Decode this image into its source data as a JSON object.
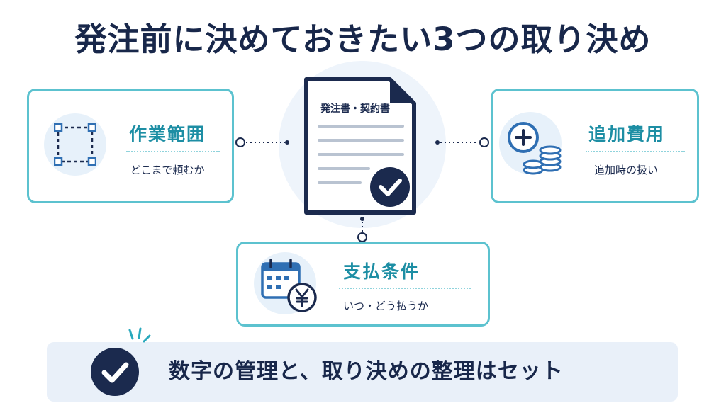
{
  "title": "発注前に決めておきたい3つの取り決め",
  "document": {
    "label": "発注書・契約書",
    "icon": "document-check-icon"
  },
  "cards": {
    "scope": {
      "title": "作業範囲",
      "subtitle": "どこまで頼むか",
      "icon": "selection-frame-icon"
    },
    "extra_cost": {
      "title": "追加費用",
      "subtitle": "追加時の扱い",
      "icon": "plus-coins-icon"
    },
    "payment": {
      "title": "支払条件",
      "subtitle": "いつ・どう払うか",
      "icon": "calendar-yen-icon"
    }
  },
  "banner": {
    "text": "数字の管理と、取り決めの整理はセット",
    "icon": "check-circle-icon"
  },
  "colors": {
    "navy": "#1b2a4e",
    "teal_border": "#5cc2cf",
    "teal_text": "#1d8ea4",
    "icon_blue": "#2f6fb3",
    "light_circle": "#e7f1fa",
    "banner_bg": "#e9f0f9"
  }
}
